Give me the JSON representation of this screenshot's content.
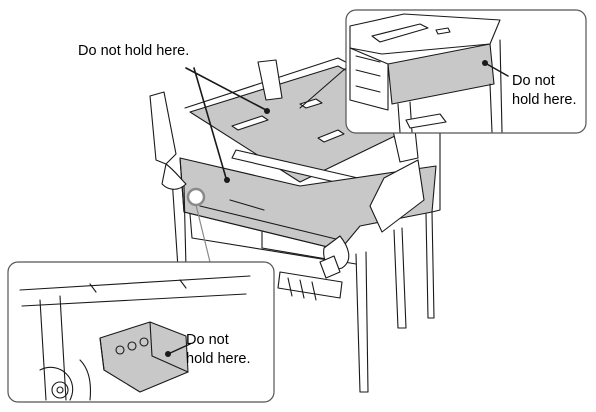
{
  "labels": {
    "main_warning": "Do not hold here.",
    "inset_top_warning_line1": "Do not",
    "inset_top_warning_line2": "hold here.",
    "inset_bottom_warning_line1": "Do not",
    "inset_bottom_warning_line2": "hold here."
  },
  "colors": {
    "line": "#1a1a1a",
    "shade": "#c8c8c8",
    "shade_dark": "#9c9c9c",
    "highlight_circle": "#8a8a8a"
  }
}
